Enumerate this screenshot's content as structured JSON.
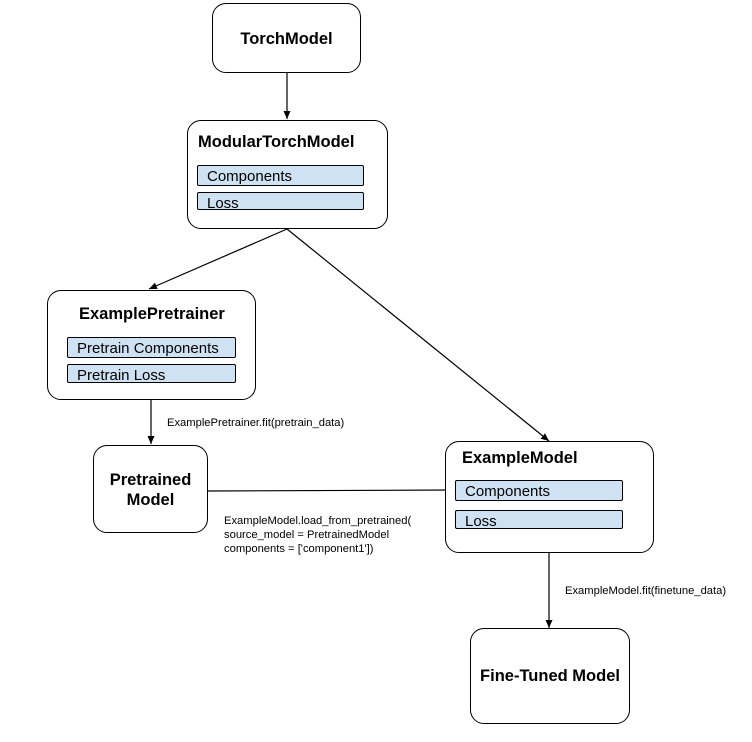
{
  "nodes": {
    "torch_model": {
      "title": "TorchModel"
    },
    "modular_torch_model": {
      "title": "ModularTorchModel",
      "items": [
        "Components",
        "Loss"
      ]
    },
    "example_pretrainer": {
      "title": "ExamplePretrainer",
      "items": [
        "Pretrain Components",
        "Pretrain Loss"
      ]
    },
    "pretrained_model": {
      "title_line1": "Pretrained",
      "title_line2": "Model"
    },
    "example_model": {
      "title": "ExampleModel",
      "items": [
        "Components",
        "Loss"
      ]
    },
    "fine_tuned_model": {
      "title": "Fine-Tuned Model"
    }
  },
  "edge_labels": {
    "pretrain_fit": "ExamplePretrainer.fit(pretrain_data)",
    "load_from_pretrained": {
      "line1": "ExampleModel.load_from_pretrained(",
      "line2": "source_model = PretrainedModel",
      "line3": "components = ['component1'])"
    },
    "finetune_fit": "ExampleModel.fit(finetune_data)"
  },
  "colors": {
    "item_fill": "#cfe2f3",
    "border": "#000000",
    "background": "#ffffff"
  }
}
